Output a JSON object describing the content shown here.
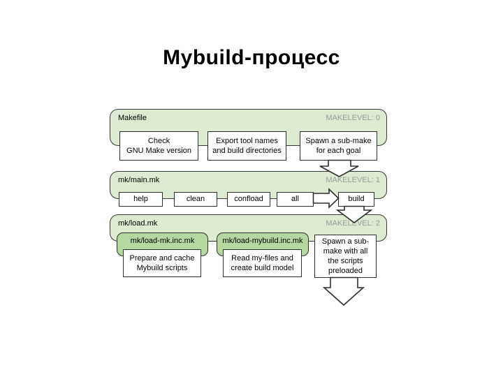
{
  "slide": {
    "title": "Mybuild-процесс",
    "background": "#ffffff"
  },
  "colors": {
    "panel_fill": "#dcebd1",
    "include_box_fill": "#b5d7a0",
    "step_box_fill": "#ffffff",
    "border": "#383838",
    "level_text": "#9a9a9a",
    "text": "#000000"
  },
  "diagram": {
    "panels": [
      {
        "label": "Makefile",
        "level": "MAKELEVEL: 0",
        "steps": [
          {
            "line1": "Check",
            "line2": "GNU Make version"
          },
          {
            "line1": "Export tool names",
            "line2": "and build directories"
          },
          {
            "line1": "Spawn a sub-make",
            "line2": "for each goal"
          }
        ]
      },
      {
        "label": "mk/main.mk",
        "level": "MAKELEVEL: 1",
        "targets": [
          "help",
          "clean",
          "confload",
          "all",
          "build"
        ]
      },
      {
        "label": "mk/load.mk",
        "level": "MAKELEVEL: 2",
        "includes": [
          {
            "file": "mk/load-mk.inc.mk",
            "line1": "Prepare and cache",
            "line2": "Mybuild scripts"
          },
          {
            "file": "mk/load-mybuild.inc.mk",
            "line1": "Read my-files and",
            "line2": "create build model"
          }
        ],
        "spawn": {
          "line1": "Spawn a sub-",
          "line2": "make with all",
          "line3": "the scripts",
          "line4": "preloaded"
        }
      }
    ],
    "arrows": [
      {
        "direction": "down",
        "from": "Spawn a sub-make for each goal",
        "to": "mk/main.mk"
      },
      {
        "direction": "right",
        "from": "all",
        "to": "build"
      },
      {
        "direction": "down",
        "from": "build",
        "to": "mk/load.mk"
      },
      {
        "direction": "down",
        "from": "Spawn a sub-make with all the scripts preloaded"
      }
    ]
  }
}
